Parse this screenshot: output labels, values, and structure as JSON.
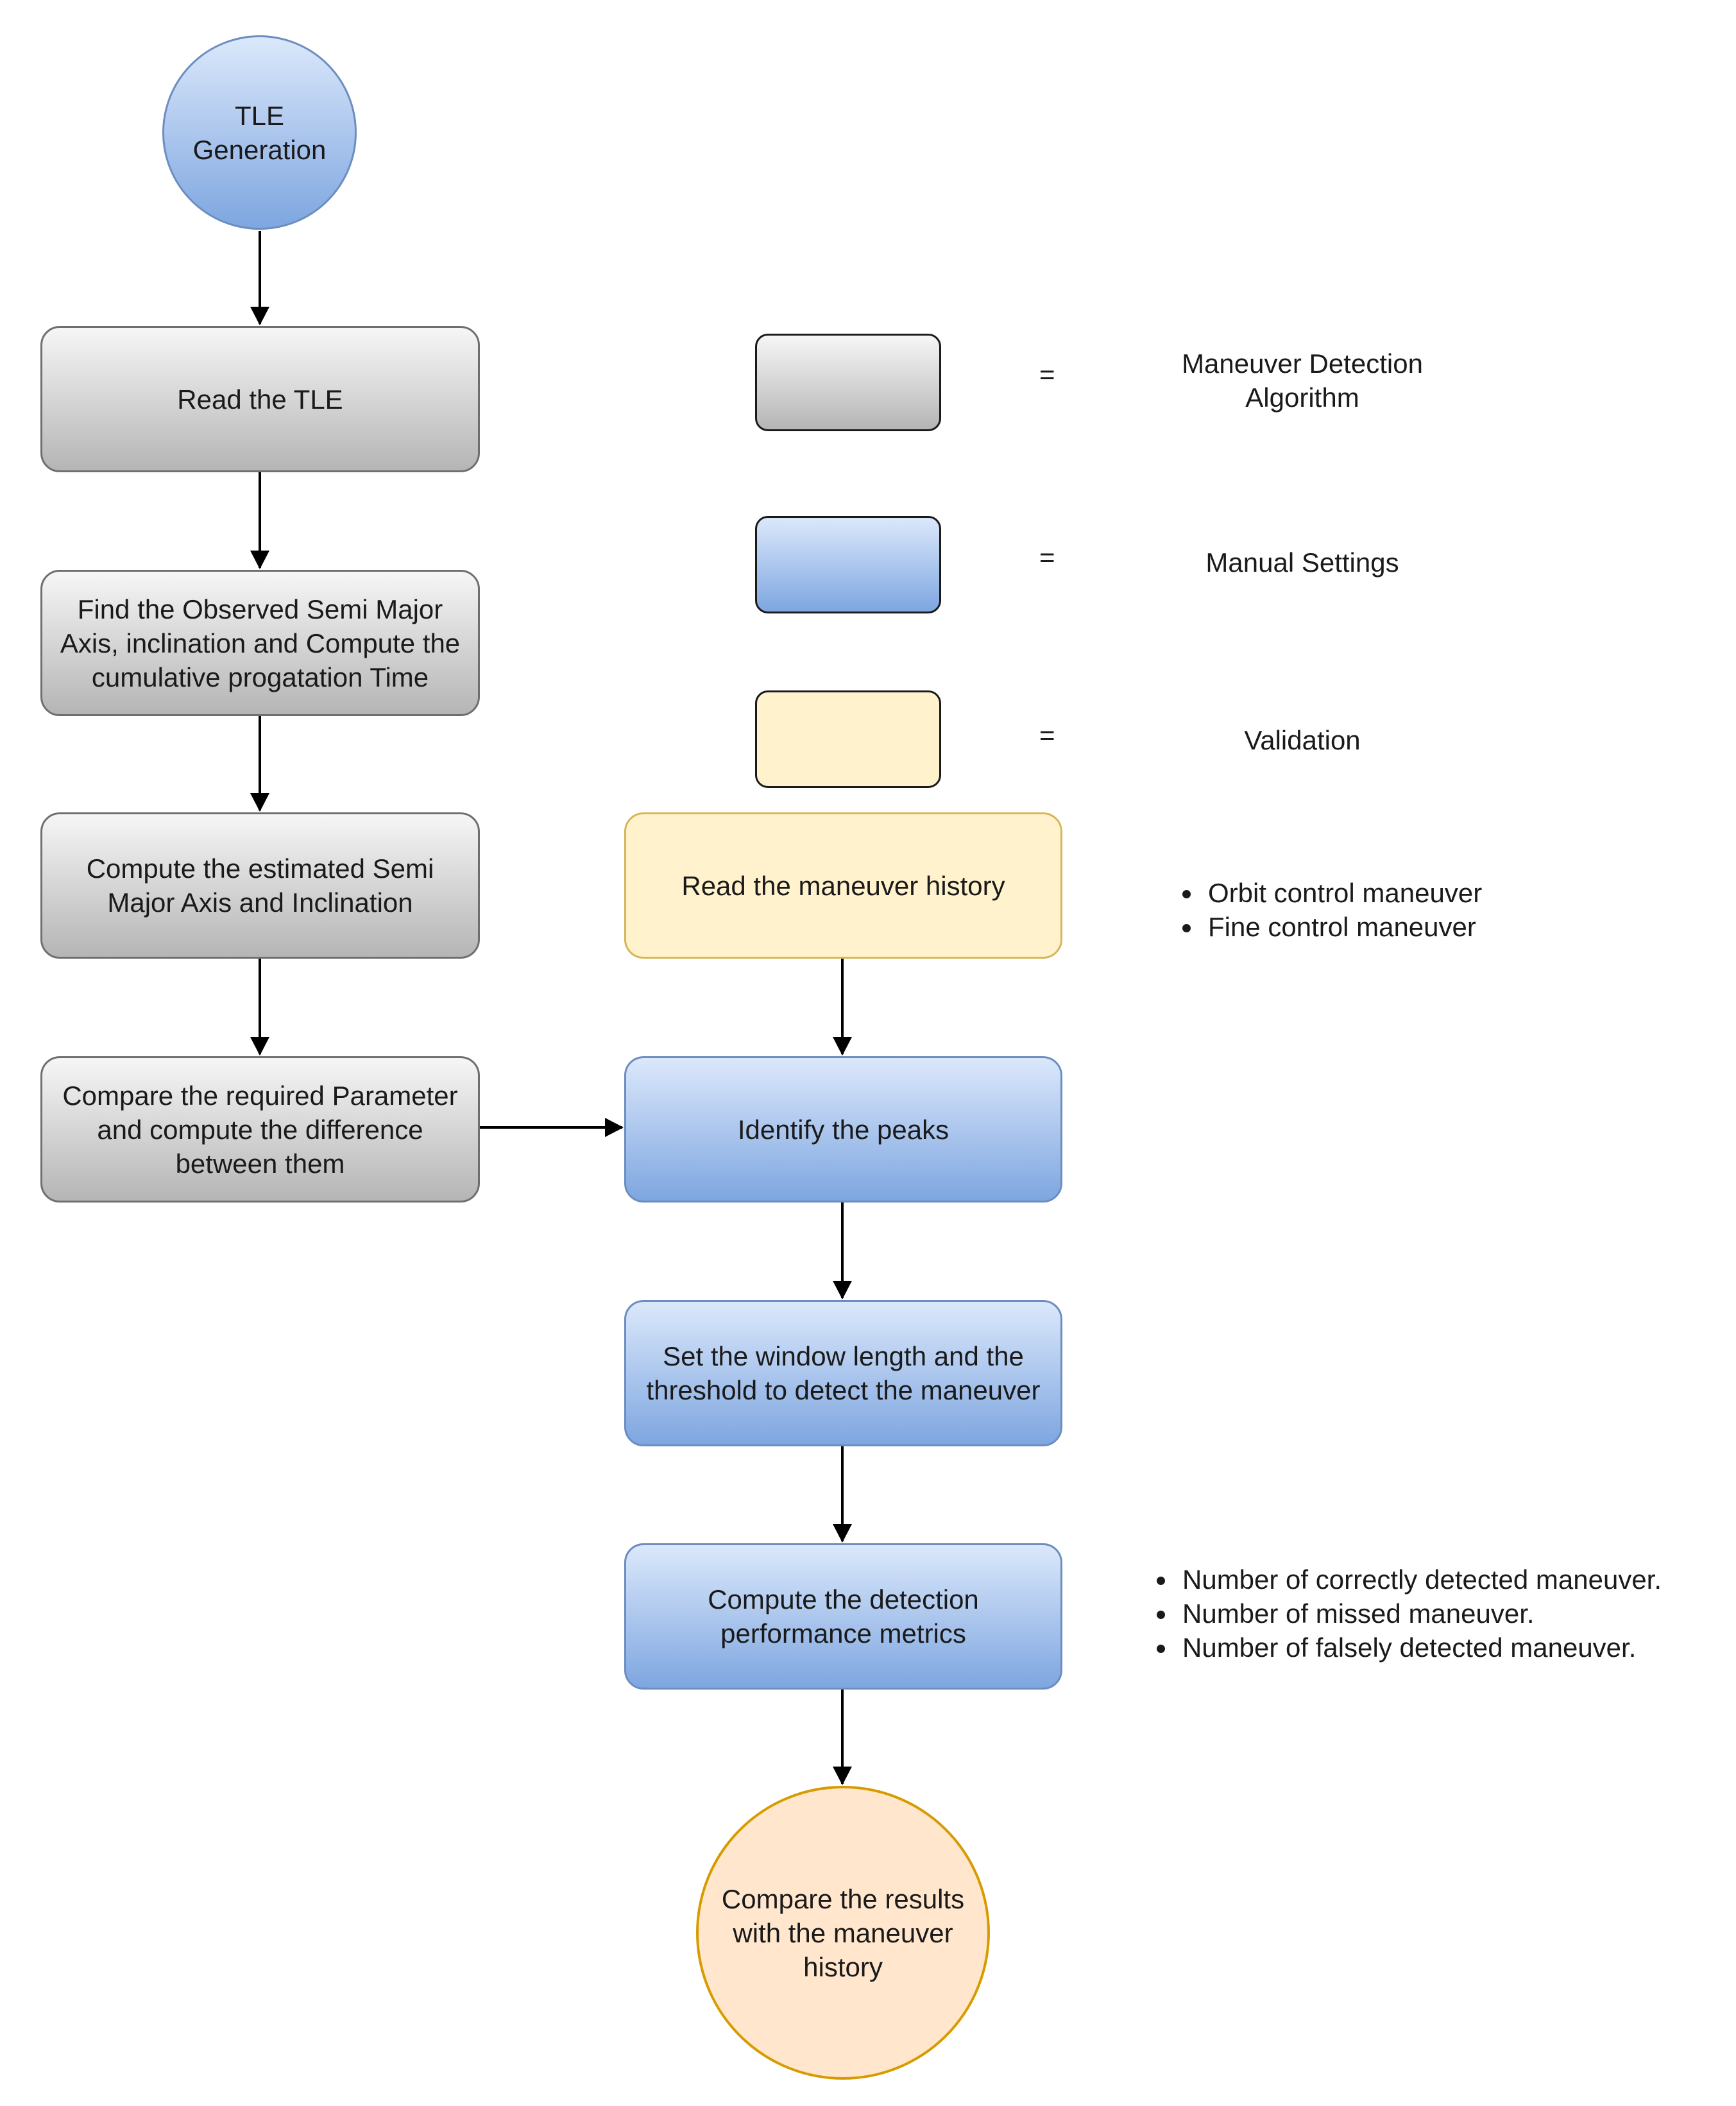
{
  "nodes": {
    "tle_generation": "TLE\nGeneration",
    "read_tle": "Read the TLE",
    "find_observed": "Find the Observed Semi Major Axis, inclination and Compute the cumulative progatation Time",
    "compute_estimated": "Compute the estimated Semi Major Axis and Inclination",
    "compare_parameter": "Compare the required Parameter and compute the difference between them",
    "read_history": "Read the maneuver history",
    "identify_peaks": "Identify the peaks",
    "set_window": "Set the window length and the threshold to detect the maneuver",
    "compute_metrics": "Compute the detection performance metrics",
    "compare_results": "Compare the results with the maneuver history"
  },
  "legend": {
    "equals": "=",
    "algorithm": "Maneuver Detection\nAlgorithm",
    "manual": "Manual Settings",
    "validation": "Validation"
  },
  "history_notes": [
    "Orbit control maneuver",
    "Fine control maneuver"
  ],
  "metric_notes": [
    "Number of correctly detected maneuver.",
    "Number of missed maneuver.",
    "Number of falsely detected maneuver."
  ],
  "colors": {
    "algorithm_fill": "#c8c8c8",
    "manual_fill": "#a9c4eb",
    "validation_fill": "#fff2cc",
    "end_fill": "#ffe6cc",
    "end_stroke": "#d79b00",
    "arrow": "#000000"
  }
}
